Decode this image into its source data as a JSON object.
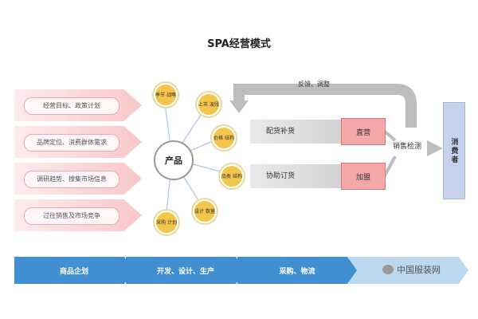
{
  "title": "SPA经营模式",
  "left_inputs": [
    {
      "label": "经营目标、政策计划"
    },
    {
      "label": "品牌定位、消费群体需求"
    },
    {
      "label": "调研趋势、搜集市场信息"
    },
    {
      "label": "过往销售及市场竞争"
    }
  ],
  "center": {
    "label": "产品"
  },
  "petals": [
    {
      "label": "季节 战略"
    },
    {
      "label": "上市 波段"
    },
    {
      "label": "价格 结构"
    },
    {
      "label": "品类 结构"
    },
    {
      "label": "设计 数量"
    },
    {
      "label": "采购 计划"
    }
  ],
  "feedback": {
    "label": "反馈、调整"
  },
  "flows": [
    {
      "label": "配货补货",
      "channel": "直营"
    },
    {
      "label": "协助订货",
      "channel": "加盟"
    }
  ],
  "sales_check": {
    "label": "销售检测"
  },
  "consumer": {
    "label": "消费者"
  },
  "stages": [
    {
      "label": "商品企划"
    },
    {
      "label": "开发、设计、生产"
    },
    {
      "label": "采购、物流"
    }
  ],
  "watermark": {
    "label": "中国服装网"
  },
  "colors": {
    "accent_blue": "#3f8fd1",
    "petal_gold": "#f3c54a",
    "pink": "#f8c7c9",
    "red_box": "#f4a7a8",
    "consumer_blue": "#c7d3ec"
  }
}
